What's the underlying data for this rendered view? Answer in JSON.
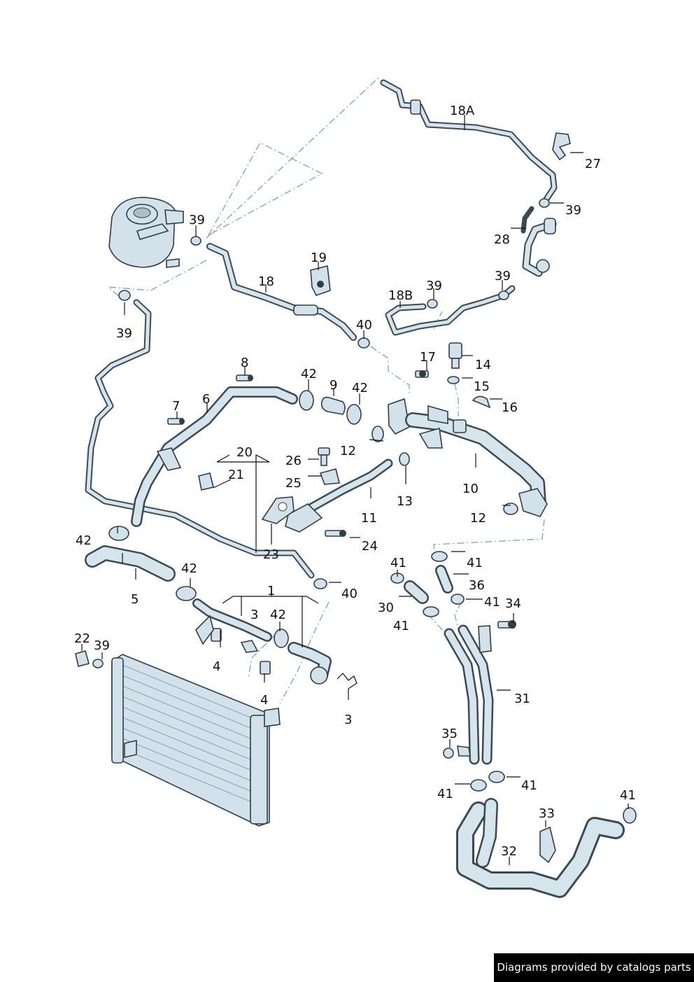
{
  "credit": "Diagrams provided by catalogs parts",
  "callouts": [
    {
      "id": "c18a",
      "text": "18A"
    },
    {
      "id": "c27",
      "text": "27"
    },
    {
      "id": "c39a",
      "text": "39"
    },
    {
      "id": "c28",
      "text": "28"
    },
    {
      "id": "c39b",
      "text": "39"
    },
    {
      "id": "c39c",
      "text": "39"
    },
    {
      "id": "c18b",
      "text": "18B"
    },
    {
      "id": "c39d",
      "text": "39"
    },
    {
      "id": "c19",
      "text": "19"
    },
    {
      "id": "c18",
      "text": "18"
    },
    {
      "id": "c40a",
      "text": "40"
    },
    {
      "id": "c39e",
      "text": "39"
    },
    {
      "id": "c8",
      "text": "8"
    },
    {
      "id": "c42a",
      "text": "42"
    },
    {
      "id": "c9",
      "text": "9"
    },
    {
      "id": "c42b",
      "text": "42"
    },
    {
      "id": "c17",
      "text": "17"
    },
    {
      "id": "c14",
      "text": "14"
    },
    {
      "id": "c15",
      "text": "15"
    },
    {
      "id": "c16",
      "text": "16"
    },
    {
      "id": "c7",
      "text": "7"
    },
    {
      "id": "c6",
      "text": "6"
    },
    {
      "id": "c12a",
      "text": "12"
    },
    {
      "id": "c26",
      "text": "26"
    },
    {
      "id": "c20",
      "text": "20"
    },
    {
      "id": "c21",
      "text": "21"
    },
    {
      "id": "c25",
      "text": "25"
    },
    {
      "id": "c13",
      "text": "13"
    },
    {
      "id": "c10",
      "text": "10"
    },
    {
      "id": "c11",
      "text": "11"
    },
    {
      "id": "c12b",
      "text": "12"
    },
    {
      "id": "c42c",
      "text": "42"
    },
    {
      "id": "c24",
      "text": "24"
    },
    {
      "id": "c23",
      "text": "23"
    },
    {
      "id": "c41a",
      "text": "41"
    },
    {
      "id": "c41b",
      "text": "41"
    },
    {
      "id": "c42d",
      "text": "42"
    },
    {
      "id": "c36",
      "text": "36"
    },
    {
      "id": "c5",
      "text": "5"
    },
    {
      "id": "c1",
      "text": "1"
    },
    {
      "id": "c40b",
      "text": "40"
    },
    {
      "id": "c41c",
      "text": "41"
    },
    {
      "id": "c30",
      "text": "30"
    },
    {
      "id": "c34",
      "text": "34"
    },
    {
      "id": "c3a",
      "text": "3"
    },
    {
      "id": "c42e",
      "text": "42"
    },
    {
      "id": "c41d",
      "text": "41"
    },
    {
      "id": "c22",
      "text": "22"
    },
    {
      "id": "c39f",
      "text": "39"
    },
    {
      "id": "c4a",
      "text": "4"
    },
    {
      "id": "c31",
      "text": "31"
    },
    {
      "id": "c4b",
      "text": "4"
    },
    {
      "id": "c3b",
      "text": "3"
    },
    {
      "id": "c35",
      "text": "35"
    },
    {
      "id": "c41e",
      "text": "41"
    },
    {
      "id": "c41f",
      "text": "41"
    },
    {
      "id": "c41g",
      "text": "41"
    },
    {
      "id": "c33",
      "text": "33"
    },
    {
      "id": "c32",
      "text": "32"
    }
  ]
}
